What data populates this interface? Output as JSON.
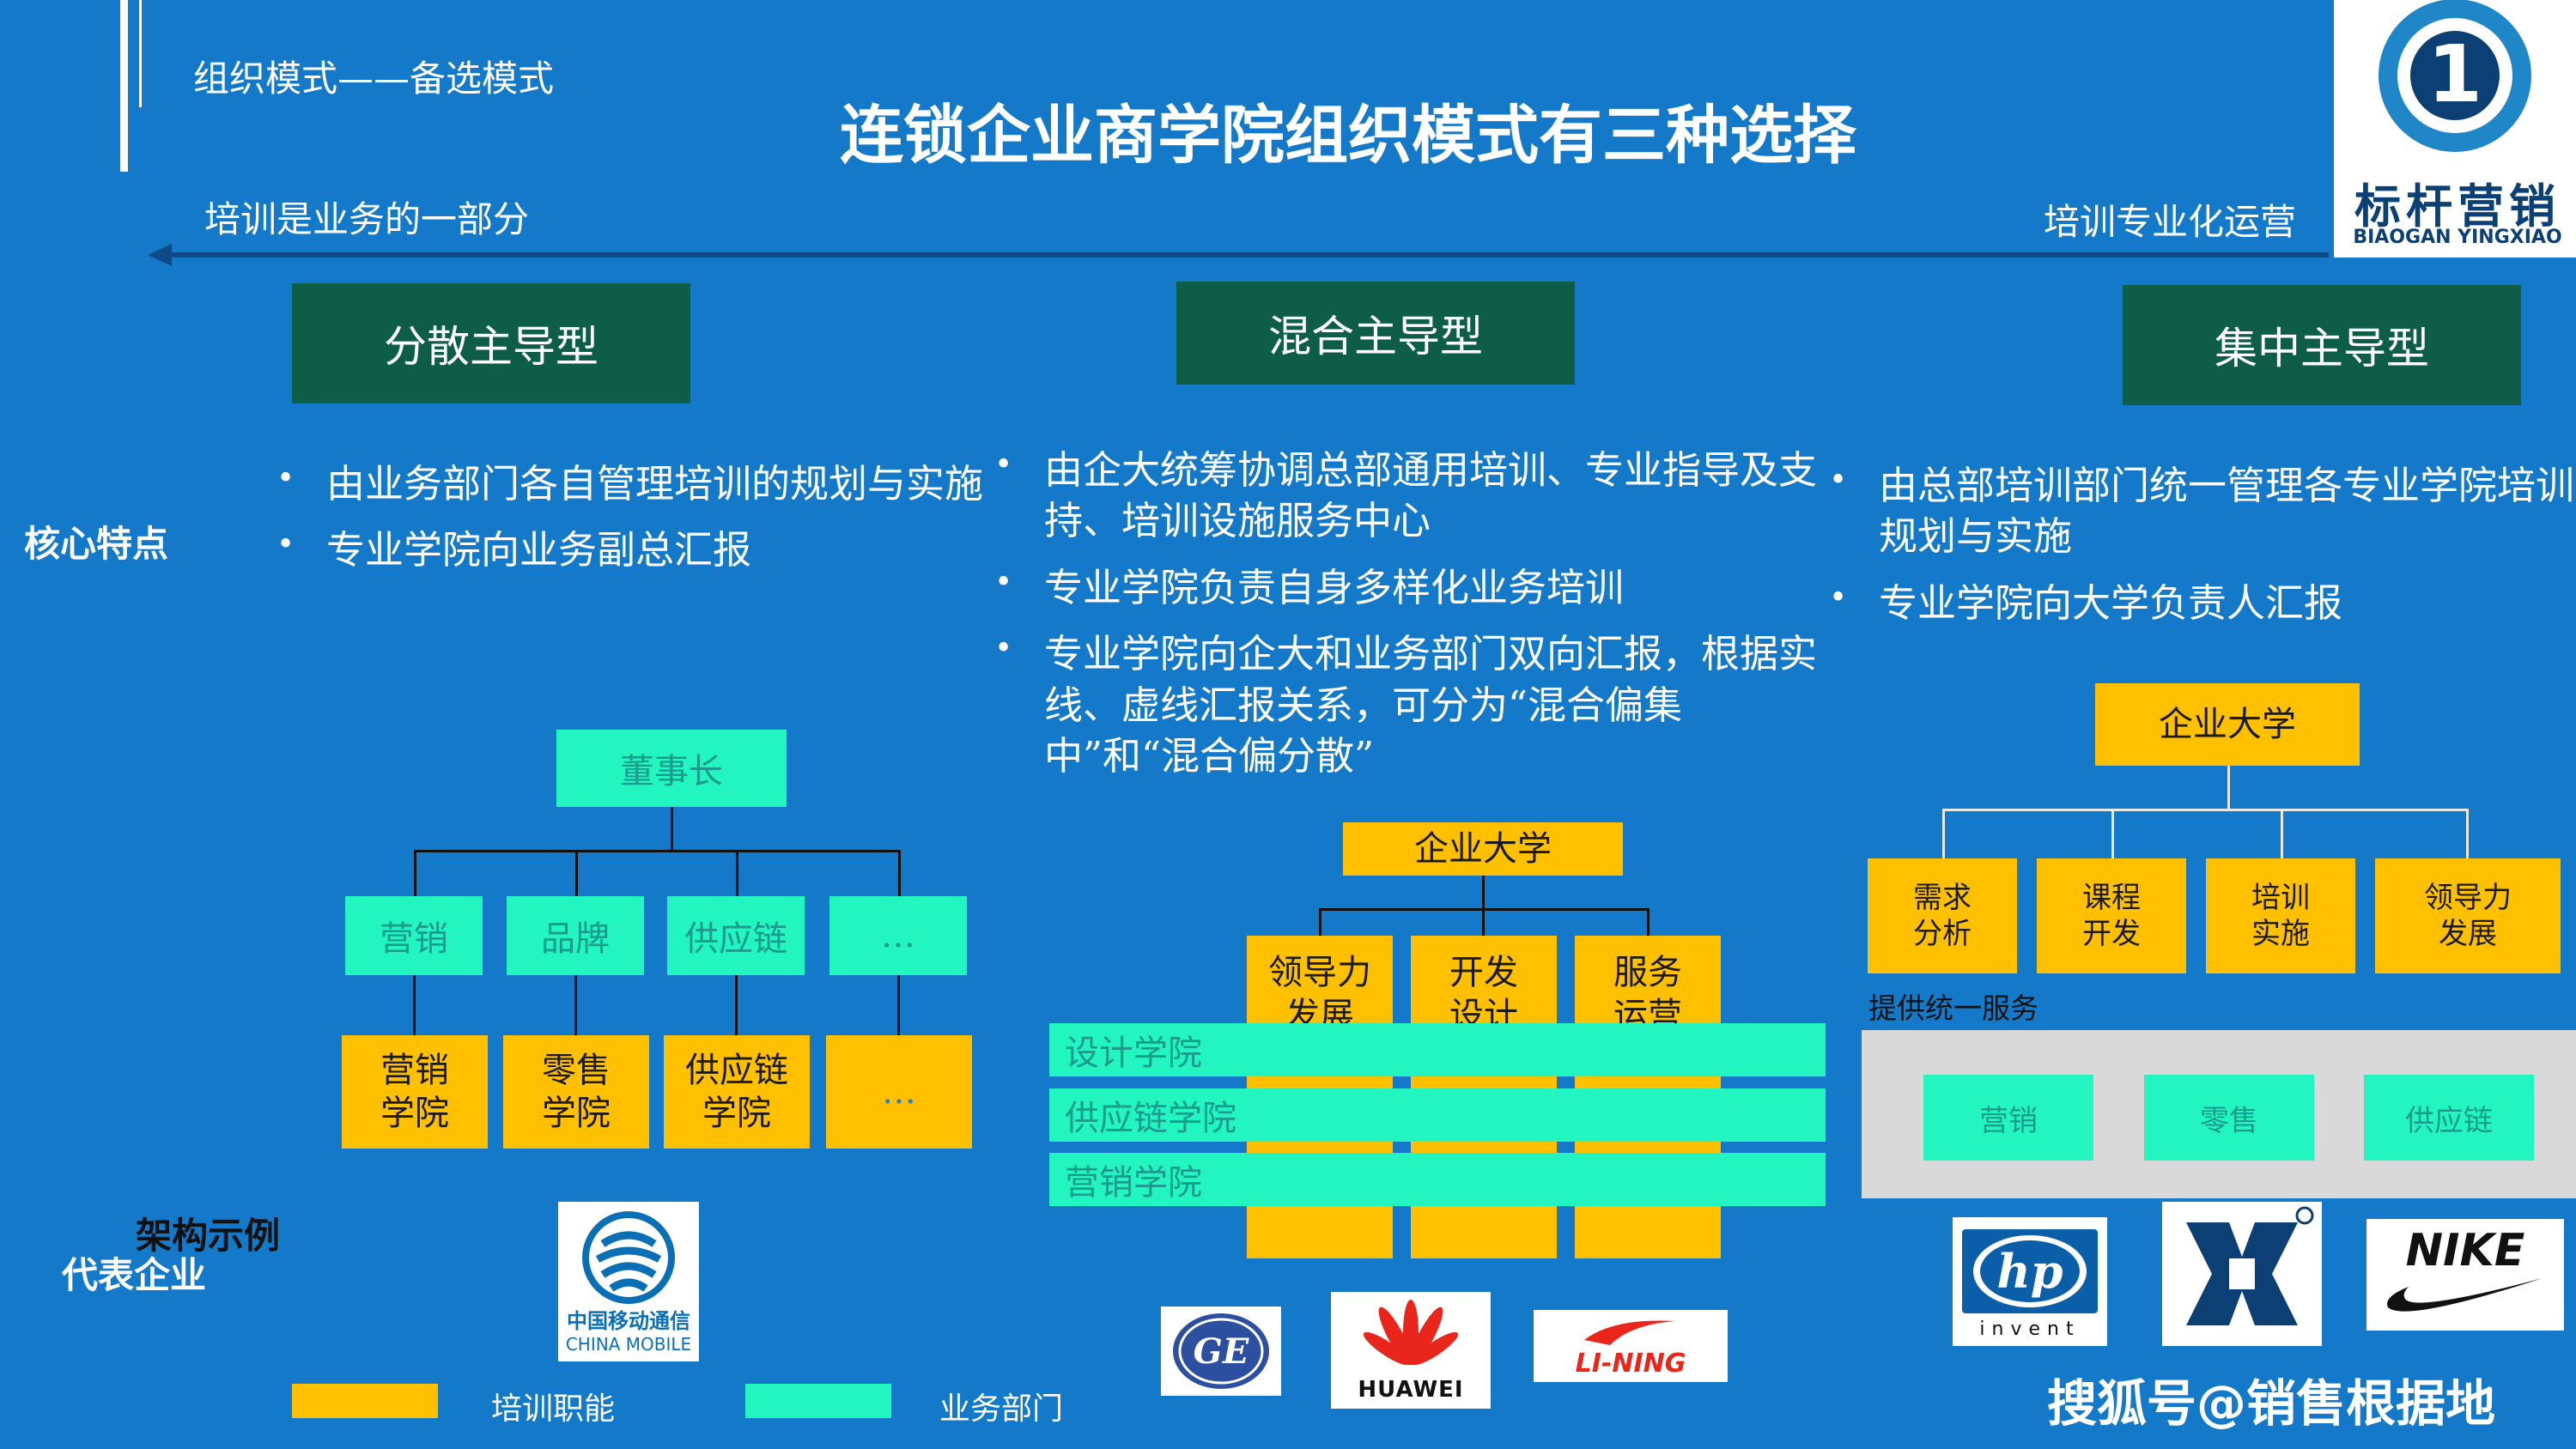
{
  "header": {
    "tag": "组织模式——备选模式",
    "title": "连锁企业商学院组织模式有三种选择"
  },
  "brand": {
    "name": "标杆营销",
    "name_en": "BIAOGAN YINGXIAO",
    "mark": "1"
  },
  "scale": {
    "left": "培训是业务的一部分",
    "right": "培训专业化运营"
  },
  "side_labels": {
    "core": "核心特点",
    "arch": "架构示例",
    "rep": "代表企业"
  },
  "models": [
    {
      "name": "分散主导型",
      "bullets": [
        "由业务部门各自管理培训的规划与实施",
        "专业学院向业务副总汇报"
      ],
      "chart": {
        "root": "董事长",
        "depts": [
          "营销",
          "品牌",
          "供应链",
          "…"
        ],
        "colleges": [
          "营销\n学院",
          "零售\n学院",
          "供应链\n学院",
          "…"
        ]
      }
    },
    {
      "name": "混合主导型",
      "bullets": [
        "由企大统筹协调总部通用培训、专业指导及支持、培训设施服务中心",
        "专业学院负责自身多样化业务培训",
        "专业学院向企大和业务部门双向汇报，根据实线、虚线汇报关系，可分为“混合偏集中”和“混合偏分散”"
      ],
      "chart": {
        "root": "企业大学",
        "functions": [
          "领导力\n发展",
          "开发\n设计",
          "服务\n运营"
        ],
        "colleges": [
          "设计学院",
          "供应链学院",
          "营销学院"
        ]
      }
    },
    {
      "name": "集中主导型",
      "bullets": [
        "由总部培训部门统一管理各专业学院培训规划与实施",
        "专业学院向大学负责人汇报"
      ],
      "chart": {
        "root": "企业大学",
        "functions": [
          "需求\n分析",
          "课程\n开发",
          "培训\n实施",
          "领导力\n发展"
        ],
        "service_note": "提供统一服务",
        "units": [
          "营销",
          "零售",
          "供应链"
        ]
      }
    }
  ],
  "logos": {
    "china_mobile": {
      "cn": "中国移动通信",
      "en": "CHINA MOBILE"
    },
    "ge": "GE",
    "huawei": "HUAWEI",
    "lining": "LI-NING",
    "hp": {
      "mark": "hp",
      "sub": "invent"
    },
    "nike": "NIKE",
    "colors": {
      "mobile": "#0b6fb6",
      "ge": "#2d4fa0",
      "huawei": "#e8261c",
      "lining": "#e8261c",
      "hp": "#0a5fa8"
    }
  },
  "legend": {
    "training": "培训职能",
    "business": "业务部门"
  },
  "watermark": "搜狐号@销售根据地",
  "colors": {
    "background": "#1479c8",
    "dark_box": "#0d5d47",
    "gold": "#ffc000",
    "mint": "#22f5c0",
    "grey_band": "#d9d9d9"
  }
}
